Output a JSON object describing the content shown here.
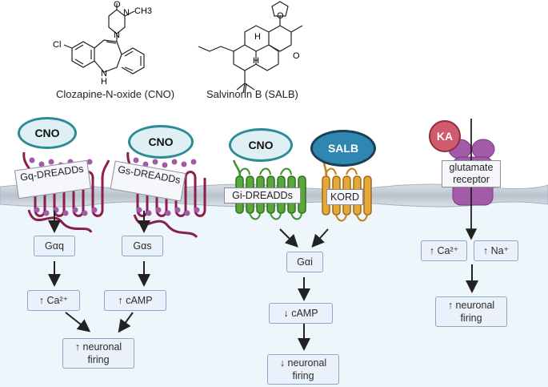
{
  "molecules": {
    "cno_label": "Clozapine-N-oxide (CNO)",
    "salb_label": "Salvinorin B (SALB)",
    "cno_atoms": {
      "o_minus": "O",
      "n_plus": "N",
      "ch3": "CH3",
      "n_ring": "N",
      "cl": "Cl",
      "nh_n": "N",
      "nh_h": "H"
    },
    "salb_atoms": {
      "o1": "O",
      "h1": "H",
      "h2": "H",
      "o2": "O"
    }
  },
  "ligands": {
    "cno1": "CNO",
    "cno2": "CNO",
    "cno3": "CNO",
    "salb": "SALB",
    "ka": "KA"
  },
  "receptors": {
    "gq": "Gq-DREADDs",
    "gs": "Gs-DREADDs",
    "gi": "Gi-DREADDs",
    "kord": "KORD",
    "glutamate": "glutamate receptor"
  },
  "pathway": {
    "gq_protein": "Gαq",
    "gs_protein": "Gαs",
    "gi_protein": "Gαi",
    "gq_second": "↑ Ca²⁺",
    "gs_second": "↑ cAMP",
    "gi_second": "↓ cAMP",
    "ka_ca": "↑ Ca²⁺",
    "ka_na": "↑ Na⁺",
    "out_excite": "↑ neuronal firing",
    "out_inhibit": "↓ neuronal firing",
    "out_ka": "↑ neuronal firing"
  },
  "colors": {
    "membrane": "#c9d2dc",
    "cytoplasm": "#edf6fb",
    "gq_receptor": "#8a1f4f",
    "gi_receptor": "#3f8f2c",
    "kord_receptor": "#d89a2c",
    "glutamate_receptor": "#a35aa8",
    "cno_ring": "#2e8a96",
    "salb_fill": "#2f86b0",
    "ka_fill": "#d25a6e"
  }
}
